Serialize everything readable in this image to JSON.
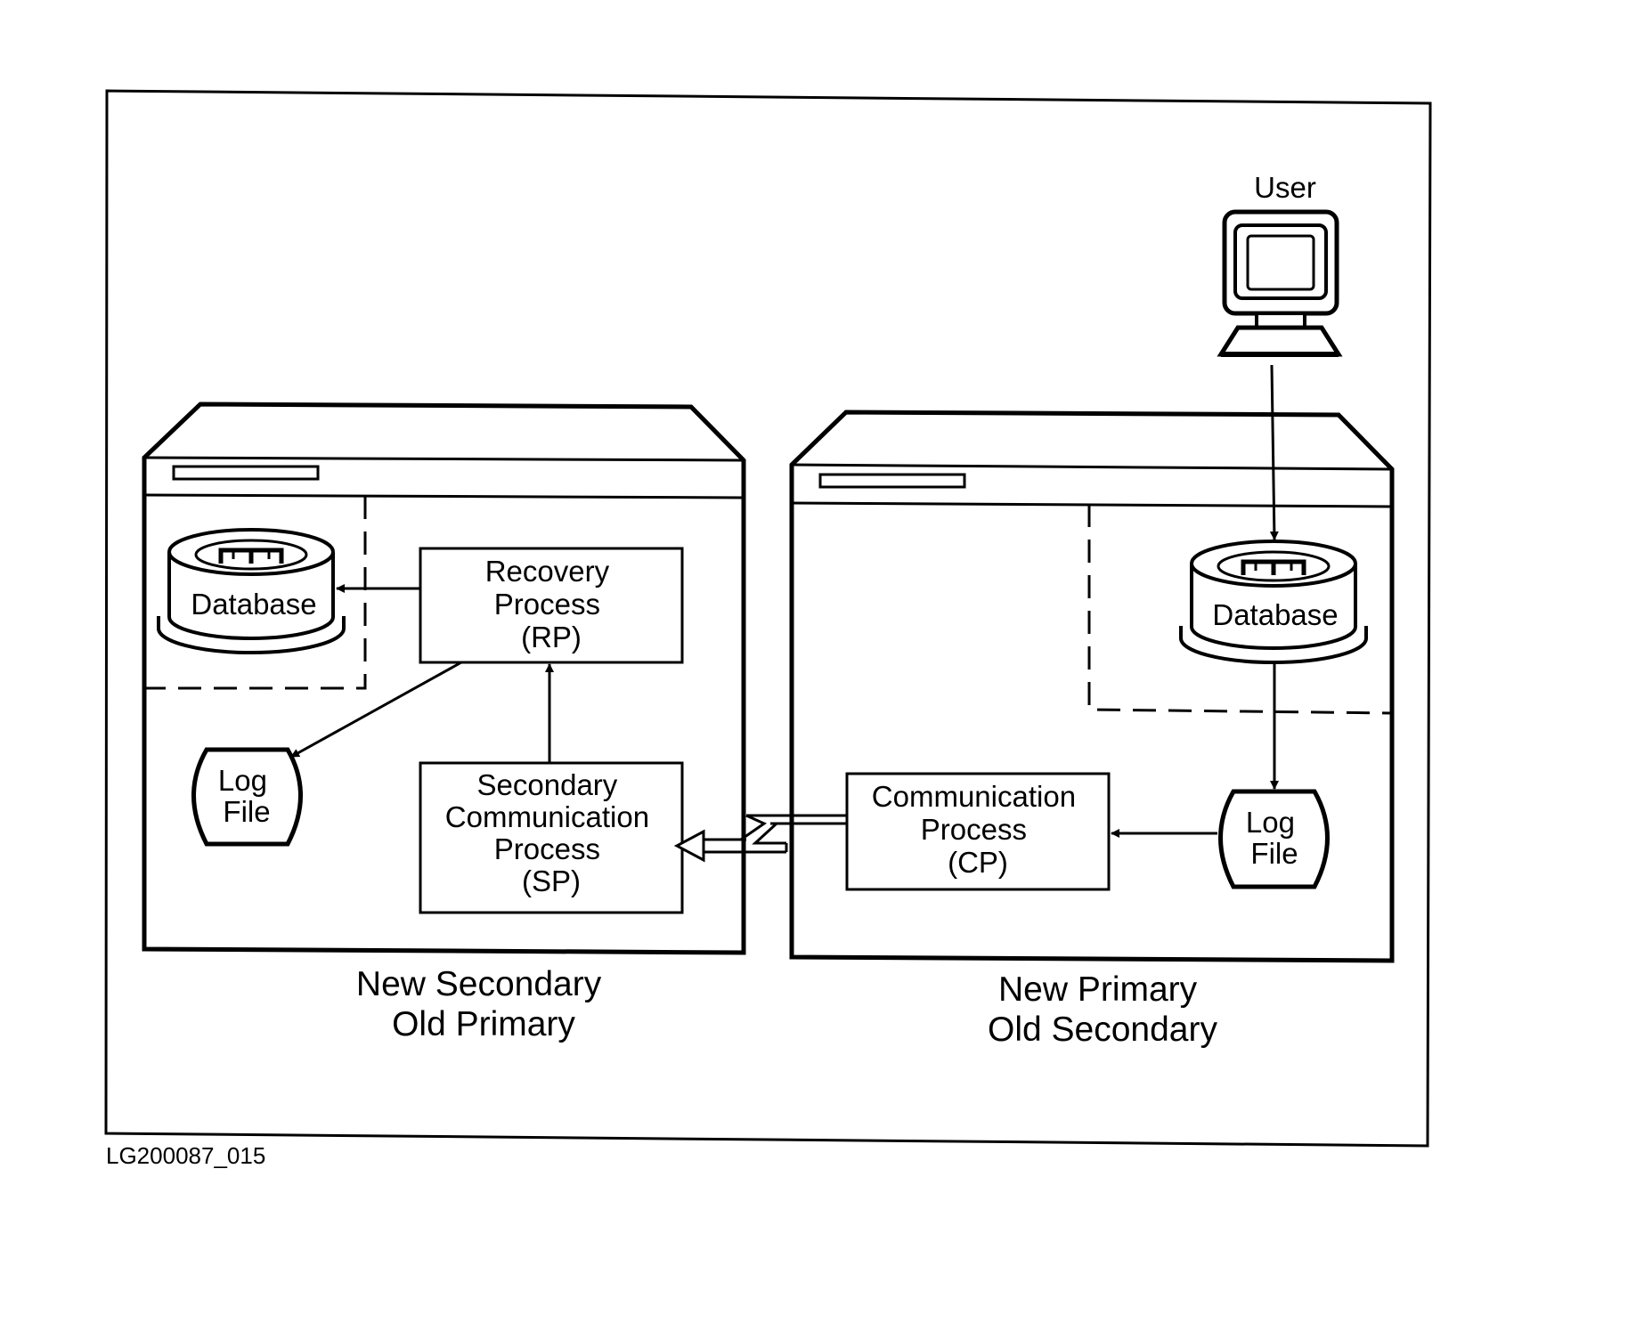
{
  "figure_id": "LG200087_015",
  "user_label": "User",
  "left_system": {
    "caption_line1": "New Secondary",
    "caption_line2": "Old Primary",
    "database_label": "Database",
    "log_file_line1": "Log",
    "log_file_line2": "File",
    "recovery_process": [
      "Recovery",
      "Process",
      "(RP)"
    ],
    "secondary_process": [
      "Secondary",
      "Communication",
      "Process",
      "(SP)"
    ]
  },
  "right_system": {
    "caption_line1": "New Primary",
    "caption_line2": "Old Secondary",
    "database_label": "Database",
    "log_file_line1": "Log",
    "log_file_line2": "File",
    "communication_process": [
      "Communication",
      "Process",
      "(CP)"
    ]
  },
  "colors": {
    "ink": "#000000",
    "paper": "#ffffff"
  }
}
